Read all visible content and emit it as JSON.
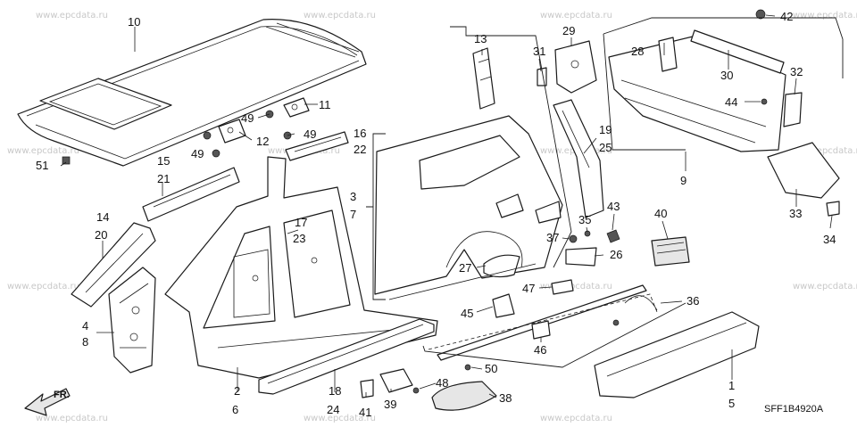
{
  "watermark": "www.epcdata.ru",
  "diagram_code": "SFF1B4920A",
  "front_arrow_label": "FR.",
  "callouts": [
    "10",
    "11",
    "12",
    "49",
    "49",
    "49",
    "16",
    "22",
    "51",
    "15",
    "21",
    "14",
    "20",
    "4",
    "8",
    "17",
    "23",
    "3",
    "7",
    "2",
    "6",
    "18",
    "24",
    "13",
    "31",
    "29",
    "19",
    "25",
    "27",
    "45",
    "41",
    "39",
    "48",
    "38",
    "50",
    "37",
    "35",
    "43",
    "26",
    "40",
    "47",
    "36",
    "46",
    "1",
    "5",
    "28",
    "30",
    "42",
    "44",
    "32",
    "9",
    "33",
    "34"
  ]
}
